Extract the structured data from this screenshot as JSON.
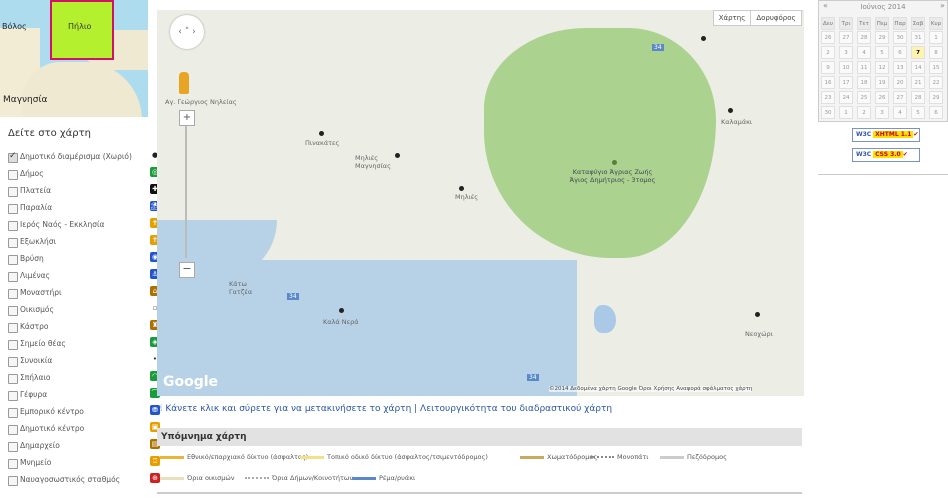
{
  "minimap": {
    "city_left": "Βόλος",
    "city_region": "Πήλιο",
    "city_bottom": "Μαγνησία"
  },
  "sidebar": {
    "title": "Δείτε στο χάρτη",
    "layers": [
      {
        "label": "Δημοτικό διαμέρισμα (Χωριό)",
        "checked": true,
        "icon": "village-icon",
        "color": "#222222"
      },
      {
        "label": "Δήμος",
        "checked": false,
        "icon": "municipality-icon",
        "color": "#1a9c3a"
      },
      {
        "label": "Πλατεία",
        "checked": false,
        "icon": "square-icon",
        "color": "#111111"
      },
      {
        "label": "Παραλία",
        "checked": false,
        "icon": "beach-icon",
        "color": "#2255cc"
      },
      {
        "label": "Ιερός Ναός - Εκκλησία",
        "checked": false,
        "icon": "church-icon",
        "color": "#e3a000"
      },
      {
        "label": "Εξωκλήσι",
        "checked": false,
        "icon": "chapel-icon",
        "color": "#e3a000"
      },
      {
        "label": "Βρύση",
        "checked": false,
        "icon": "fountain-icon",
        "color": "#2255cc"
      },
      {
        "label": "Λιμένας",
        "checked": false,
        "icon": "port-icon",
        "color": "#2255cc"
      },
      {
        "label": "Μοναστήρι",
        "checked": false,
        "icon": "monastery-icon",
        "color": "#b07000"
      },
      {
        "label": "Οικισμός",
        "checked": false,
        "icon": "settlement-icon",
        "color": "#555555"
      },
      {
        "label": "Κάστρο",
        "checked": false,
        "icon": "castle-icon",
        "color": "#b07000"
      },
      {
        "label": "Σημείο θέας",
        "checked": false,
        "icon": "viewpoint-icon",
        "color": "#1a9c3a"
      },
      {
        "label": "Συνοικία",
        "checked": false,
        "icon": "district-icon",
        "color": "#222222"
      },
      {
        "label": "Σπήλαιο",
        "checked": false,
        "icon": "cave-icon",
        "color": "#1a9c3a"
      },
      {
        "label": "Γέφυρα",
        "checked": false,
        "icon": "bridge-icon",
        "color": "#1a9c3a"
      },
      {
        "label": "Εμπορικό κέντρο",
        "checked": false,
        "icon": "shopping-icon",
        "color": "#2255cc"
      },
      {
        "label": "Δημοτικό κέντρο",
        "checked": false,
        "icon": "civic-center-icon",
        "color": "#e3a000"
      },
      {
        "label": "Δημαρχείο",
        "checked": false,
        "icon": "town-hall-icon",
        "color": "#b07000"
      },
      {
        "label": "Μνημείο",
        "checked": false,
        "icon": "monument-icon",
        "color": "#e3a000"
      },
      {
        "label": "Ναυαγοσωστικός σταθμός",
        "checked": false,
        "icon": "lifeguard-icon",
        "color": "#cc2222"
      }
    ]
  },
  "map": {
    "btn_map": "Χάρτης",
    "btn_sat": "Δορυφόρος",
    "labels": {
      "ag_georgios": "Αγ. Γεώργιος Νηλείας",
      "pinakates": "Πινακάτες",
      "milies": "Μηλιές Μαγνησίας",
      "milies2": "Μηλιές",
      "refuge": "Καταφύγιο Άγριας Ζωής Άγιος Δημήτριος - 3τομος",
      "kalamaki": "Καλαμάκι",
      "kato_gatzea": "Κάτω Γατζέα",
      "kala_nera": "Καλά Νερά",
      "neochori": "Νεοχώρι"
    },
    "roads": {
      "r34": "34",
      "r34b": "34",
      "r34c": "34"
    },
    "google": "Google",
    "attribution": "©2014 Δεδομένα χάρτη Google   Όροι Χρήσης   Αναφορά σφάλματος χάρτη"
  },
  "info_text": "Κάνετε κλικ και σύρετε για να μετακινήσετε το χάρτη | Λειτουργικότητα του διαδραστικού χάρτη",
  "legend": {
    "title": "Υπόμνημα χάρτη",
    "row1": [
      {
        "label": "Εθνικό/επαρχιακό δίκτυο (άσφαλτος)",
        "color": "#e8b43a"
      },
      {
        "label": "Τοπικό οδικό δίκτυο (άσφαλτος/τσιμεντόδρομος)",
        "color": "#f2e08a"
      },
      {
        "label": "Χωματόδρομος",
        "color": "#c9a860"
      },
      {
        "label": "Μονοπάτι",
        "color": "#888888"
      },
      {
        "label": "Πεζόδρομος",
        "color": "#cccccc"
      }
    ],
    "row2": [
      {
        "label": "Όρια οικισμών",
        "color": "#e9e1bd"
      },
      {
        "label": "Όρια Δήμων/Κοινοτήτων",
        "color": "#aaaaaa"
      },
      {
        "label": "Ρέμα/ρυάκι",
        "color": "#5b88c9"
      }
    ]
  },
  "calendar": {
    "month": "Ιούνιος 2014",
    "prev": "«",
    "next": "»",
    "days": [
      "Δευ",
      "Τρι",
      "Τετ",
      "Πεμ",
      "Παρ",
      "Σαβ",
      "Κυρ"
    ],
    "weeks": [
      [
        "26",
        "27",
        "28",
        "29",
        "30",
        "31",
        "1"
      ],
      [
        "2",
        "3",
        "4",
        "5",
        "6",
        "7",
        "8"
      ],
      [
        "9",
        "10",
        "11",
        "12",
        "13",
        "14",
        "15"
      ],
      [
        "16",
        "17",
        "18",
        "19",
        "20",
        "21",
        "22"
      ],
      [
        "23",
        "24",
        "25",
        "26",
        "27",
        "28",
        "29"
      ],
      [
        "30",
        "1",
        "2",
        "3",
        "4",
        "5",
        "6"
      ]
    ],
    "today": "7"
  },
  "badges": [
    {
      "w": "W3C",
      "t": "XHTML 1.1"
    },
    {
      "w": "W3C",
      "t": "CSS 3.0"
    }
  ]
}
